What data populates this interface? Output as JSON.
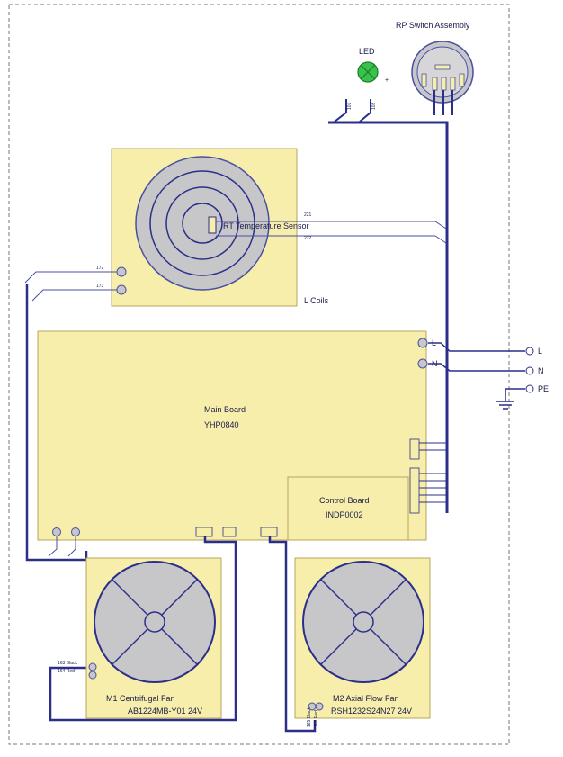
{
  "colors": {
    "wire": "#2b2f8a",
    "wire_thin": "#4a4fa0",
    "box_fill": "#f6eeaa",
    "box_stroke": "#b9a45a",
    "fan_fill": "#c7c7c9",
    "led_green": "#39c24a",
    "border": "#777777",
    "text": "#1a1a4a"
  },
  "labels": {
    "rp_switch": "RP Switch Assembly",
    "led": "LED",
    "led_plus": "+",
    "led_wire_a": "101",
    "led_wire_b": "102",
    "temp_sensor": "RT  Temperature Sensor",
    "sensor_wire_a": "221",
    "sensor_wire_b": "222",
    "coil_wire_a": "172",
    "coil_wire_b": "173",
    "l_coils": "L Coils",
    "main_board_name": "Main Board",
    "main_board_model": "YHP0840",
    "port_l": "L",
    "port_n": "N",
    "supply_l": "L",
    "supply_n": "N",
    "supply_pe": "PE",
    "control_board_name": "Control Board",
    "control_board_model": "INDP0002",
    "fan1_title": "M1  Centrifugal Fan",
    "fan1_model": "AB1224MB-Y01 24V",
    "fan2_title": "M2  Axial Flow Fan",
    "fan2_model": "RSH1232S24N27  24V",
    "fan1_wire_a": "163 Black",
    "fan1_wire_b": "164 Red",
    "fan2_wire_a": "165 Black",
    "fan2_wire_b": "166 Red"
  }
}
